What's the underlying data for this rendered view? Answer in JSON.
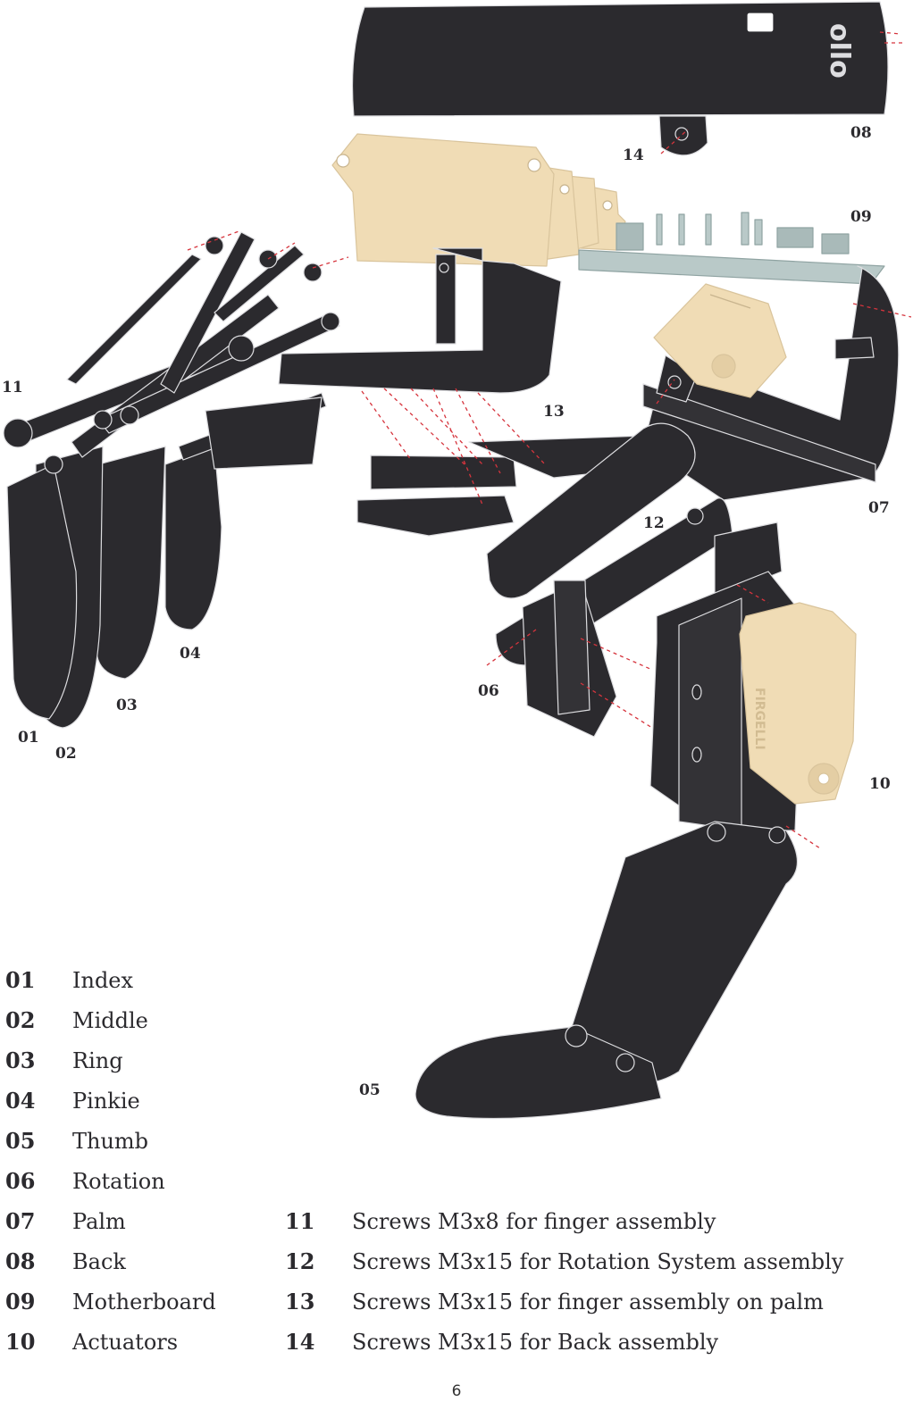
{
  "colors": {
    "part_dark": "#2b2a2e",
    "part_edge": "#dddde0",
    "actuator": "#f0dcb5",
    "board": "#b9c9c8",
    "screw_line": "#d6343d"
  },
  "brand": {
    "back_logo": "ollo",
    "actuator_mark": "FIRGELLI"
  },
  "callouts": {
    "c01": "01",
    "c02": "02",
    "c03": "03",
    "c04": "04",
    "c05": "05",
    "c06": "06",
    "c07": "07",
    "c08": "08",
    "c09": "09",
    "c10": "10",
    "c11": "11",
    "c12": "12",
    "c13": "13",
    "c14": "14"
  },
  "legend": {
    "col1": [
      {
        "num": "01",
        "label": "Index"
      },
      {
        "num": "02",
        "label": "Middle"
      },
      {
        "num": "03",
        "label": "Ring"
      },
      {
        "num": "04",
        "label": "Pinkie"
      },
      {
        "num": "05",
        "label": "Thumb"
      },
      {
        "num": "06",
        "label": "Rotation"
      },
      {
        "num": "07",
        "label": "Palm"
      },
      {
        "num": "08",
        "label": "Back"
      },
      {
        "num": "09",
        "label": "Motherboard"
      },
      {
        "num": "10",
        "label": "Actuators"
      }
    ],
    "col2": [
      {
        "num": "11",
        "label": "Screws M3x8 for finger assembly"
      },
      {
        "num": "12",
        "label": "Screws M3x15 for Rotation System assembly"
      },
      {
        "num": "13",
        "label": "Screws M3x15 for finger assembly on palm"
      },
      {
        "num": "14",
        "label": "Screws M3x15 for Back assembly"
      }
    ]
  },
  "page_number": "6"
}
